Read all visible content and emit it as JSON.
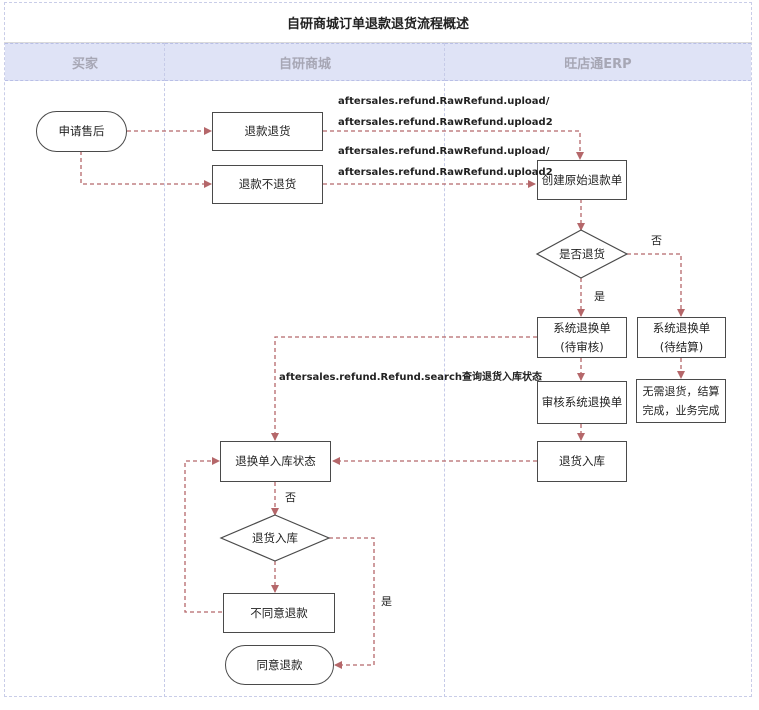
{
  "title": "自研商城订单退款退货流程概述",
  "lanes": {
    "buyer": "买家",
    "mall": "自研商城",
    "erp": "旺店通ERP"
  },
  "nodes": {
    "apply": "申请售后",
    "refund_return": "退款退货",
    "refund_no_return": "退款不退货",
    "create_refund": "创建原始退款单",
    "is_return": "是否退货",
    "sys_review_1": "系统退换单",
    "sys_review_2": "(待审核)",
    "sys_settle_1": "系统退换单",
    "sys_settle_2": "(待结算)",
    "audit": "审核系统退换单",
    "no_return_done_1": "无需退货，结算",
    "no_return_done_2": "完成，业务完成",
    "return_in": "退货入库",
    "instock_status": "退换单入库状态",
    "return_check": "退货入库",
    "disagree": "不同意退款",
    "agree": "同意退款"
  },
  "edge_labels": {
    "upload_a1": "aftersales.refund.RawRefund.upload/",
    "upload_a2": "aftersales.refund.RawRefund.upload2",
    "upload_b1": "aftersales.refund.RawRefund.upload/",
    "upload_b2": "aftersales.refund.RawRefund.upload2",
    "search": "aftersales.refund.Refund.search查询退货入库状态",
    "no_1": "否",
    "yes_1": "是",
    "no_2": "否",
    "yes_2": "是"
  },
  "colors": {
    "edge": "#b5676a",
    "border": "#4a4a4a",
    "lane_header": "#dfe3f6"
  }
}
